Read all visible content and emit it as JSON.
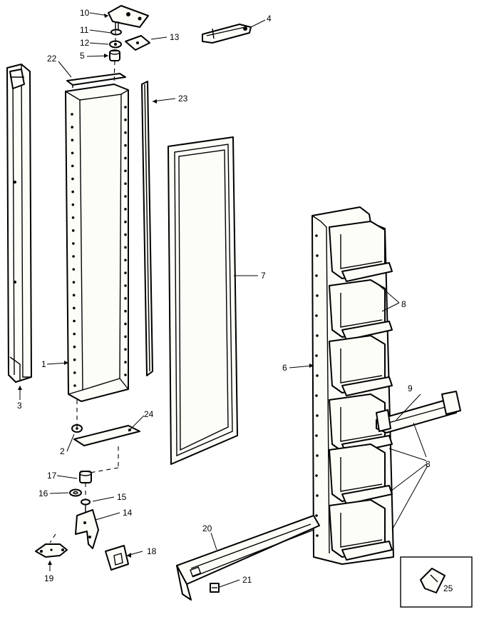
{
  "callouts": {
    "c1": "1",
    "c2": "2",
    "c3": "3",
    "c4": "4",
    "c5": "5",
    "c6": "6",
    "c7": "7",
    "c8a": "8",
    "c8b": "8",
    "c9": "9",
    "c10": "10",
    "c11": "11",
    "c12": "12",
    "c13": "13",
    "c14": "14",
    "c15": "15",
    "c16": "16",
    "c17": "17",
    "c18": "18",
    "c19": "19",
    "c20": "20",
    "c21": "21",
    "c22": "22",
    "c23": "23",
    "c24": "24",
    "c25": "25"
  }
}
